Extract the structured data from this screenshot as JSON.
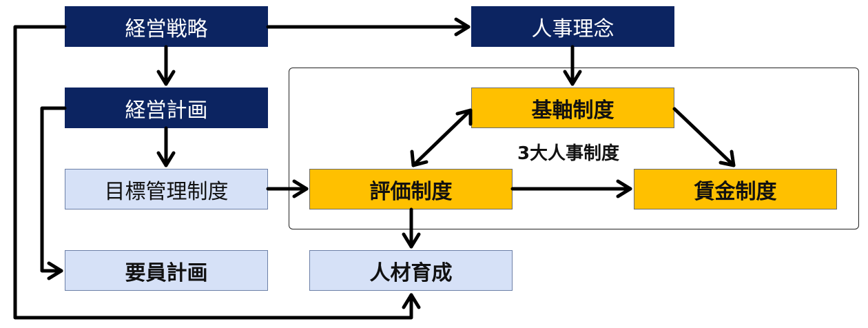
{
  "nodes": {
    "management_strategy": "経営戦略",
    "hr_philosophy": "人事理念",
    "management_plan": "経営計画",
    "grade_system": "基軸制度",
    "mbo_system": "目標管理制度",
    "evaluation_system": "評価制度",
    "wage_system": "賃金制度",
    "staffing_plan": "要員計画",
    "hr_development": "人材育成"
  },
  "group_label": "3大人事制度",
  "colors": {
    "navy": "#0c2461",
    "light_blue": "#d6e1f7",
    "gold": "#ffc000",
    "arrow": "#000000"
  }
}
